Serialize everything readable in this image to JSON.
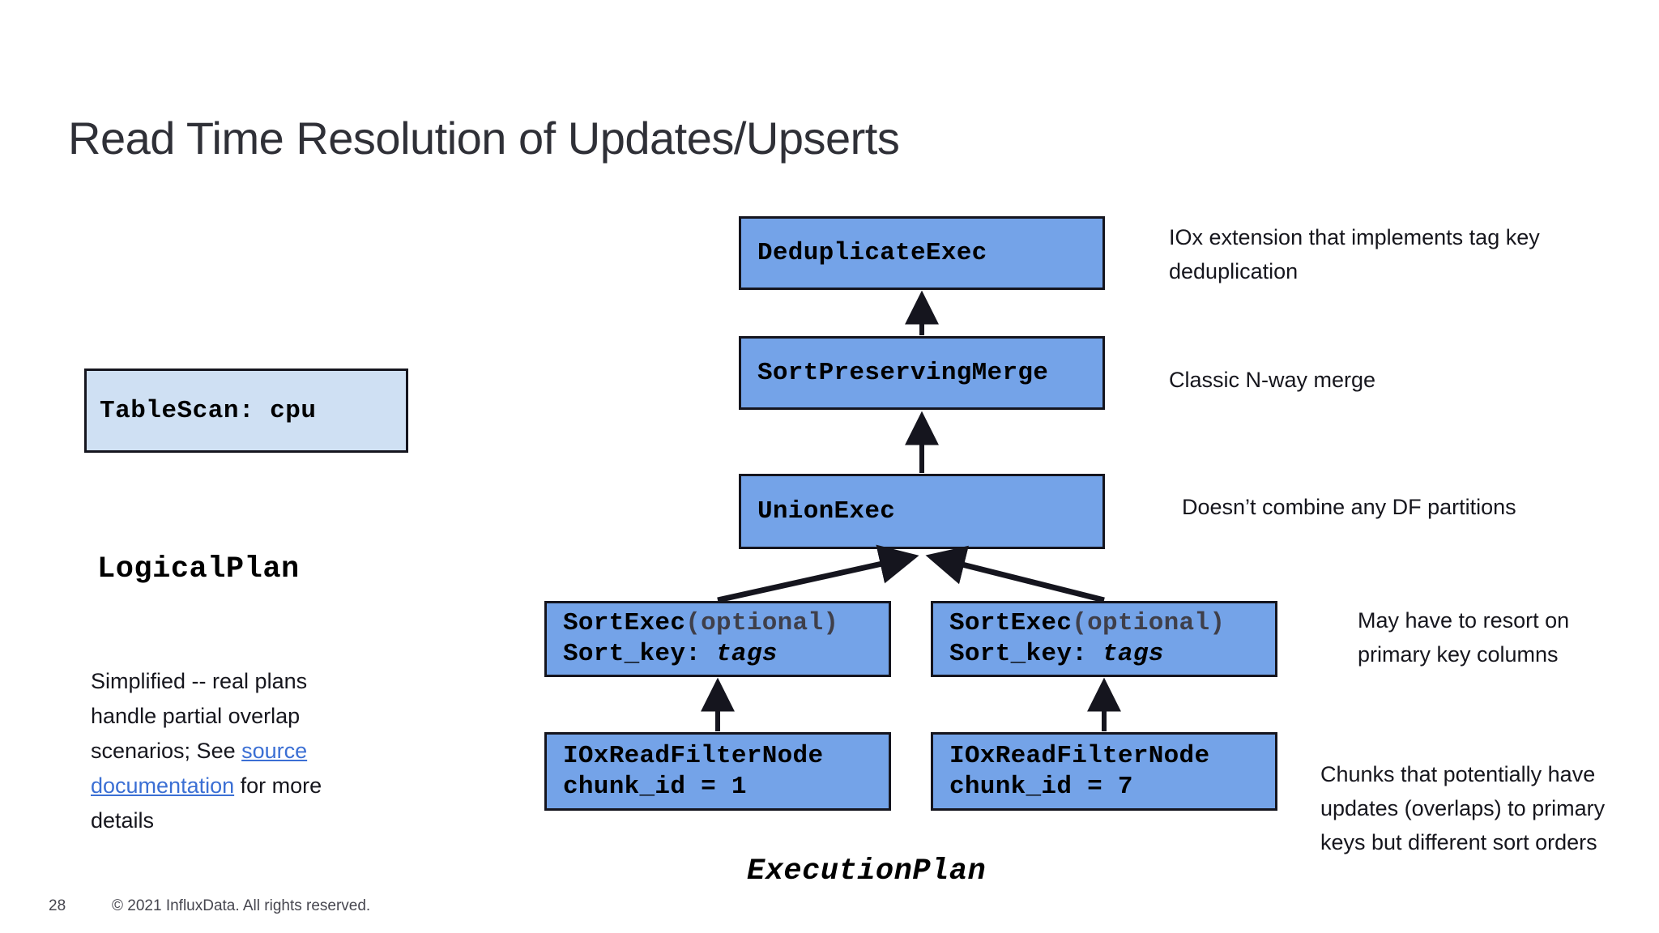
{
  "slide": {
    "title": "Read Time Resolution of Updates/Upserts",
    "page_number": "28",
    "copyright": "© 2021 InfluxData. All rights reserved."
  },
  "logical_plan": {
    "label": "LogicalPlan",
    "box_label": "TableScan: cpu",
    "box_color": "#cfe0f3",
    "note": {
      "before_link": "Simplified -- real plans handle partial overlap scenarios; See ",
      "link_text": "source documentation",
      "after_link": " for more details"
    }
  },
  "execution_plan": {
    "label": "ExecutionPlan",
    "box_color": "#74a3e8",
    "border_color": "#15151e",
    "nodes": {
      "deduplicate": {
        "line1": "DeduplicateExec"
      },
      "sort_preserving_merge": {
        "line1": "SortPreservingMerge"
      },
      "union": {
        "line1": "UnionExec"
      },
      "sort_left": {
        "name": "SortExec",
        "optional": "(optional)",
        "key_label": "Sort_key: ",
        "key_value": "tags"
      },
      "sort_right": {
        "name": "SortExec",
        "optional": "(optional)",
        "key_label": "Sort_key: ",
        "key_value": "tags"
      },
      "read_left": {
        "line1": "IOxReadFilterNode",
        "line2": "chunk_id = 1"
      },
      "read_right": {
        "line1": "IOxReadFilterNode",
        "line2": "chunk_id = 7"
      }
    }
  },
  "annotations": {
    "deduplicate": "IOx extension that implements tag key deduplication",
    "sort_preserving_merge": "Classic N-way merge",
    "union": "Doesn’t combine any DF partitions",
    "sort": "May have to resort on primary key columns",
    "read_filter": "Chunks that potentially have updates (overlaps) to primary keys but different sort orders"
  }
}
